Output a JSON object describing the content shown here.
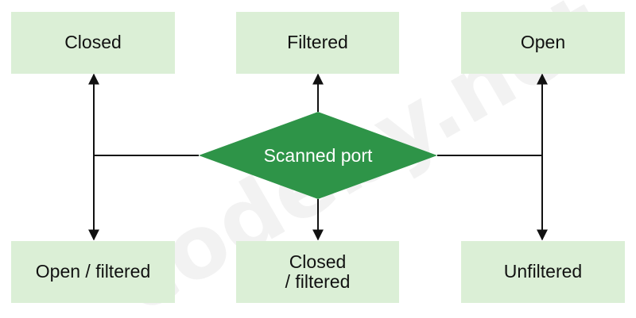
{
  "diagram": {
    "center": {
      "label": "Scanned port"
    },
    "top": [
      {
        "label": "Closed"
      },
      {
        "label": "Filtered"
      },
      {
        "label": "Open"
      }
    ],
    "bottom": [
      {
        "label": "Open / filtered"
      },
      {
        "label": "Closed\n/ filtered"
      },
      {
        "label": "Unfiltered"
      }
    ]
  },
  "watermark": {
    "text": "codeby.net"
  },
  "colors": {
    "box_fill": "#dbefd6",
    "diamond_fill": "#2e9448",
    "line": "#111111"
  }
}
